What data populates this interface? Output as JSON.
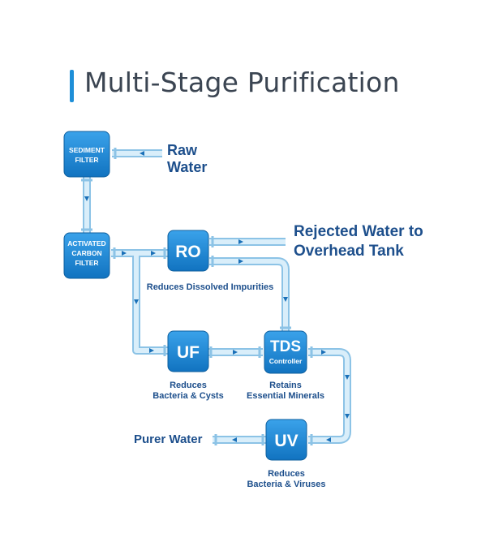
{
  "title": "Multi-Stage Purification",
  "colors": {
    "accent": "#1e8fd8",
    "box": "#1a80cc",
    "pipe": "#a9d6f2",
    "label": "#1d4f8c"
  },
  "stages": {
    "sediment": {
      "line1": "SEDIMENT",
      "line2": "FILTER"
    },
    "carbon": {
      "line1": "ACTIVATED",
      "line2": "CARBON",
      "line3": "FILTER"
    },
    "ro": {
      "name": "RO",
      "desc": "Reduces Dissolved Impurities"
    },
    "uf": {
      "name": "UF",
      "desc1": "Reduces",
      "desc2": "Bacteria & Cysts"
    },
    "tds": {
      "name": "TDS",
      "sub": "Controller",
      "desc1": "Retains",
      "desc2": "Essential Minerals"
    },
    "uv": {
      "name": "UV",
      "desc1": "Reduces",
      "desc2": "Bacteria & Viruses"
    }
  },
  "labels": {
    "raw_line1": "Raw",
    "raw_line2": "Water",
    "rejected_line1": "Rejected Water to",
    "rejected_line2": "Overhead Tank",
    "purer": "Purer Water"
  }
}
